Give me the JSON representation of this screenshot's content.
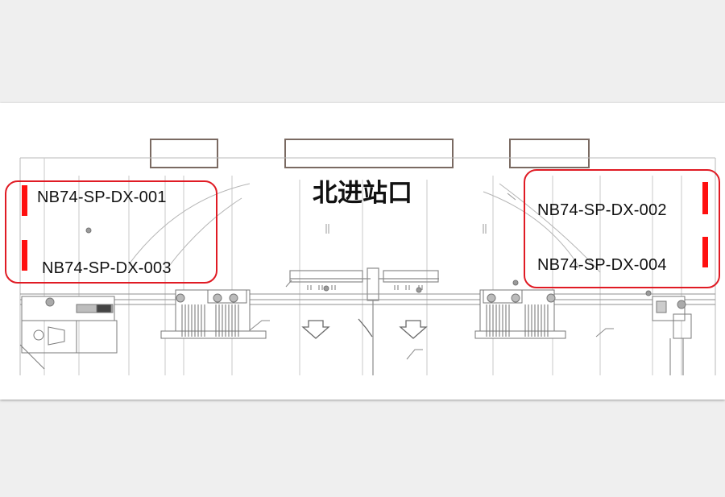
{
  "diagram": {
    "entrance_title": "北进站口",
    "callouts": [
      {
        "id": "left",
        "labels": [
          "NB74-SP-DX-001",
          "NB74-SP-DX-003"
        ]
      },
      {
        "id": "right",
        "labels": [
          "NB74-SP-DX-002",
          "NB74-SP-DX-004"
        ]
      }
    ],
    "colors": {
      "callout_border": "#e01b24",
      "marker": "#ff1010",
      "drawing_lines": "#8a8a8a",
      "sheet_background": "#ffffff",
      "page_background": "#efefef"
    }
  }
}
